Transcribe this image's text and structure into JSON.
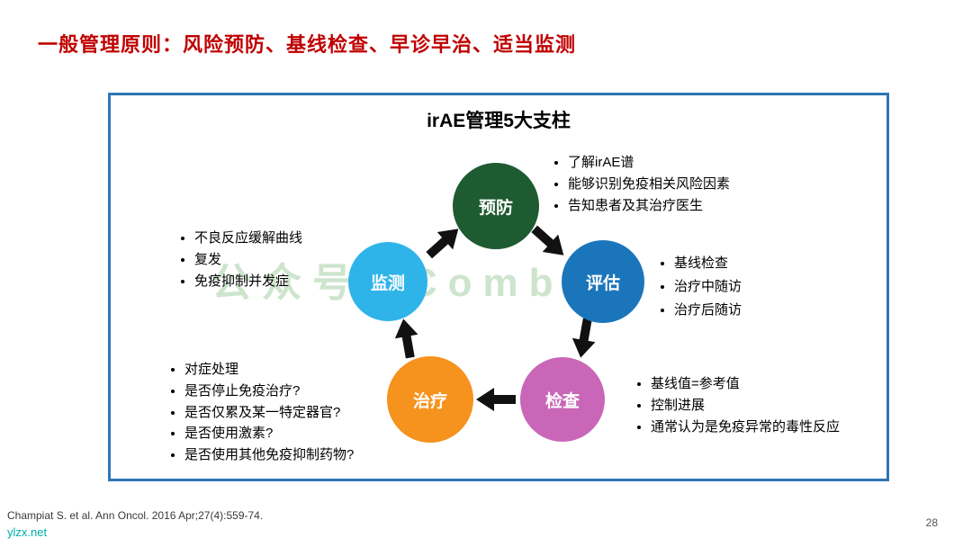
{
  "slide": {
    "title": "一般管理原则：风险预防、基线检查、早诊早治、适当监测",
    "title_color": "#C00000",
    "citation": "Champiat S. et al. Ann Oncol. 2016 Apr;27(4):559-74.",
    "link": "ylzx.net",
    "link_color": "#00AEAE",
    "page_number": "28"
  },
  "diagram": {
    "title": "irAE管理5大支柱",
    "watermark": "公众号·iCombo",
    "border_color": "#2E75B6",
    "arrow_color": "#111111",
    "pillars": [
      {
        "label": "预防",
        "color": "#1E5B31",
        "notes": [
          "了解irAE谱",
          "能够识别免疫相关风险因素",
          "告知患者及其治疗医生"
        ]
      },
      {
        "label": "评估",
        "color": "#1B75BB",
        "notes": [
          "基线检查",
          "治疗中随访",
          "治疗后随访"
        ]
      },
      {
        "label": "检查",
        "color": "#C966B7",
        "notes": [
          "基线值=参考值",
          "控制进展",
          "通常认为是免疫异常的毒性反应"
        ]
      },
      {
        "label": "治疗",
        "color": "#F6921E",
        "notes": [
          "对症处理",
          "是否停止免疫治疗?",
          "是否仅累及某一特定器官?",
          "是否使用激素?",
          "是否使用其他免疫抑制药物?"
        ]
      },
      {
        "label": "监测",
        "color": "#2FB4E9",
        "notes": [
          "不良反应缓解曲线",
          "复发",
          "免疫抑制并发症"
        ]
      }
    ]
  }
}
